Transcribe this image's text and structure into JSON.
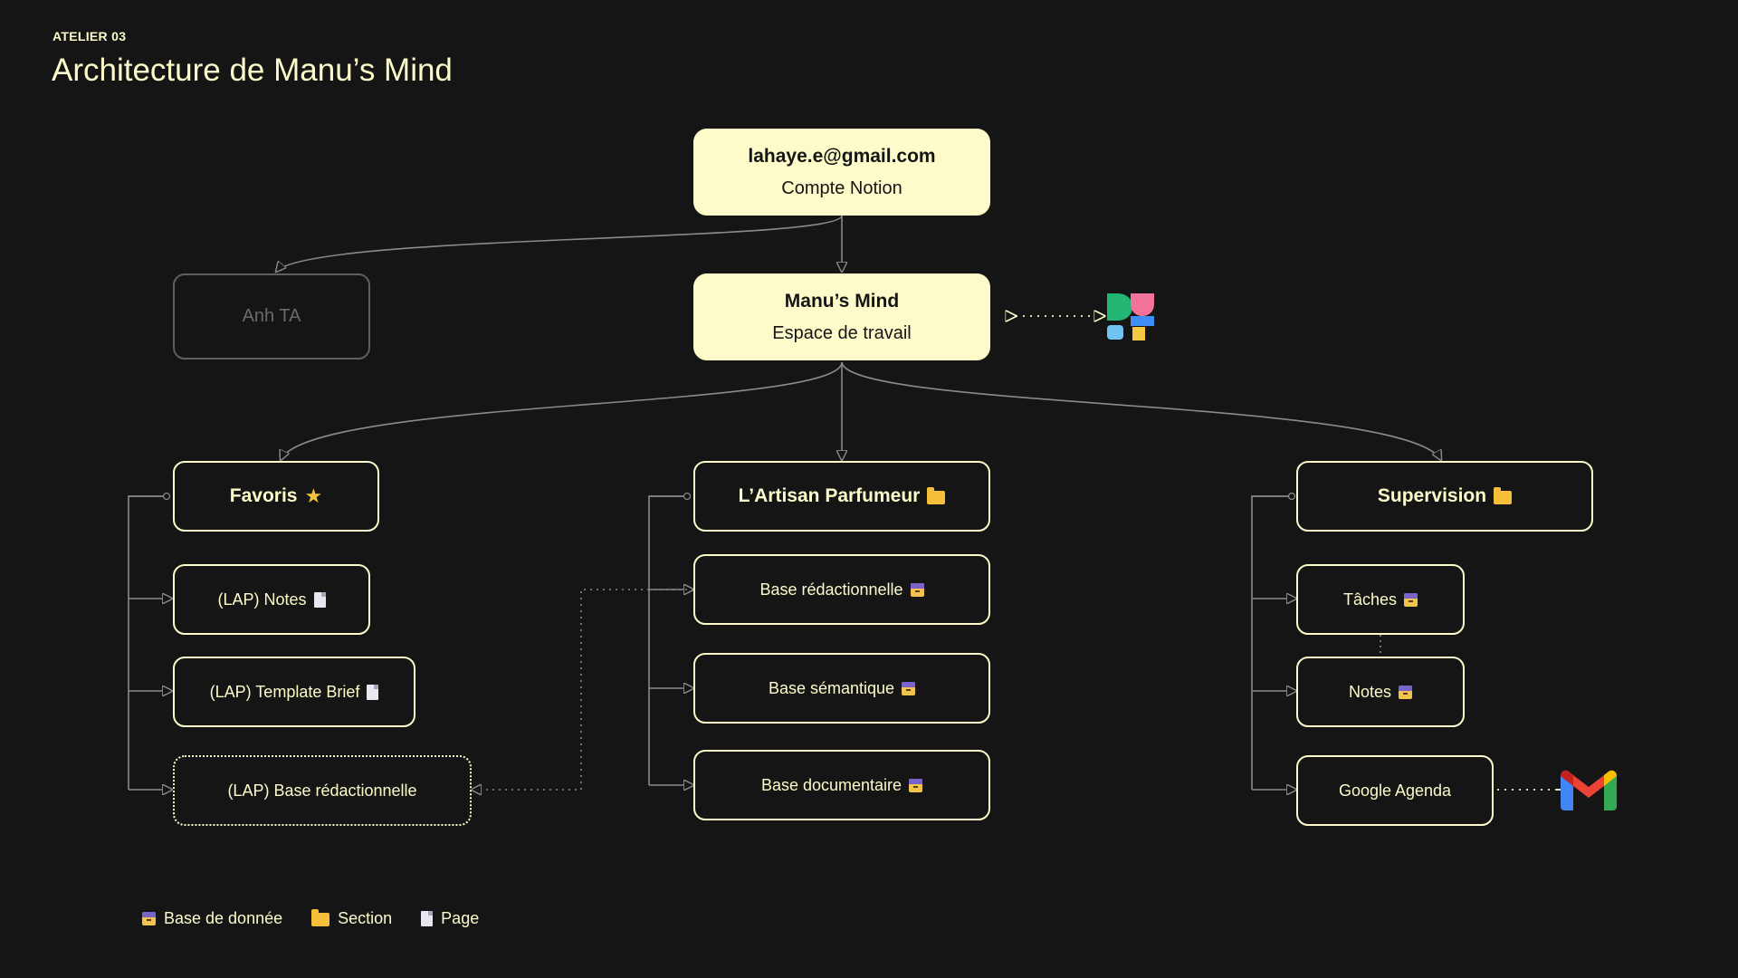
{
  "header": {
    "kicker": "ATELIER 03",
    "title": "Architecture de Manu’s Mind"
  },
  "account": {
    "email": "lahaye.e@gmail.com",
    "label": "Compte Notion"
  },
  "guest": {
    "name": "Anh TA"
  },
  "workspace": {
    "name": "Manu’s Mind",
    "label": "Espace de travail"
  },
  "favoris": {
    "title": "Favoris",
    "items": [
      "(LAP) Notes",
      "(LAP) Template Brief",
      "(LAP) Base rédactionnelle"
    ]
  },
  "artisan": {
    "title": "L’Artisan Parfumeur",
    "items": [
      "Base rédactionnelle",
      "Base sémantique",
      "Base documentaire"
    ]
  },
  "supervision": {
    "title": "Supervision",
    "items": [
      "Tâches",
      "Notes",
      "Google Agenda"
    ]
  },
  "legend": {
    "database": "Base de donnée",
    "section": "Section",
    "page": "Page"
  },
  "icons": {
    "database": "database-icon",
    "section": "folder-icon",
    "page": "page-icon",
    "favorite": "star-icon",
    "integration_workspace": "integration-logo-icon",
    "integration_agenda": "gmail-logo-icon"
  },
  "colors": {
    "background": "#151515",
    "accent": "#fdfbc9",
    "connector": "#8a8a8a",
    "ghost": "#5e5e5e"
  }
}
